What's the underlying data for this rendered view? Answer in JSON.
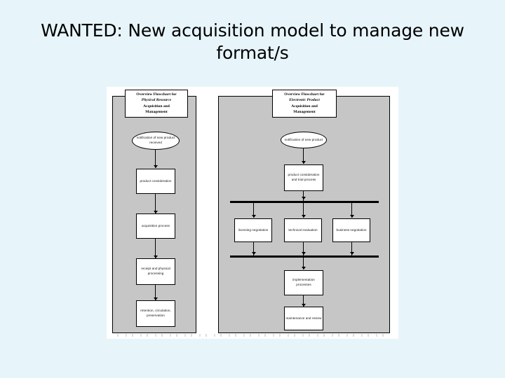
{
  "slide": {
    "title": "WANTED: New acquisition model to manage new format/s",
    "background_color": "#e7f5fb",
    "panel_color": "#c6c6c6",
    "node_fill": "#ffffff",
    "line_color": "#000000"
  },
  "figure": {
    "panels": [
      {
        "id": "physical",
        "title": {
          "line1": "Overview Flowchart for",
          "line2_italic": "Physical Resource",
          "line3": "Acquisition and",
          "line4": "Management"
        },
        "nodes": [
          {
            "id": "notification",
            "shape": "oval",
            "label": "notification of new product received"
          },
          {
            "id": "consideration",
            "shape": "rect",
            "label": "product consideration"
          },
          {
            "id": "acquisition",
            "shape": "rect",
            "label": "acquisition process"
          },
          {
            "id": "receipt",
            "shape": "rect",
            "label": "receipt and physical processing"
          },
          {
            "id": "retention",
            "shape": "rect",
            "label": "retention, circulation, preservation"
          }
        ]
      },
      {
        "id": "electronic",
        "title": {
          "line1": "Overview Flowchart for",
          "line2_italic": "Electronic Product",
          "line3": "Acquisition and",
          "line4": "Management"
        },
        "nodes": [
          {
            "id": "notification",
            "shape": "oval",
            "label": "notification of new product"
          },
          {
            "id": "consideration",
            "shape": "rect",
            "label": "product consideration and trial process"
          },
          {
            "id": "licensing",
            "shape": "rect",
            "label": "licensing negotiation"
          },
          {
            "id": "technical",
            "shape": "rect",
            "label": "technical evaluation"
          },
          {
            "id": "business",
            "shape": "rect",
            "label": "business negotiation"
          },
          {
            "id": "implementation",
            "shape": "rect",
            "label": "implementation processes"
          },
          {
            "id": "maintenance",
            "shape": "rect",
            "label": "maintenance and review"
          }
        ]
      }
    ]
  }
}
